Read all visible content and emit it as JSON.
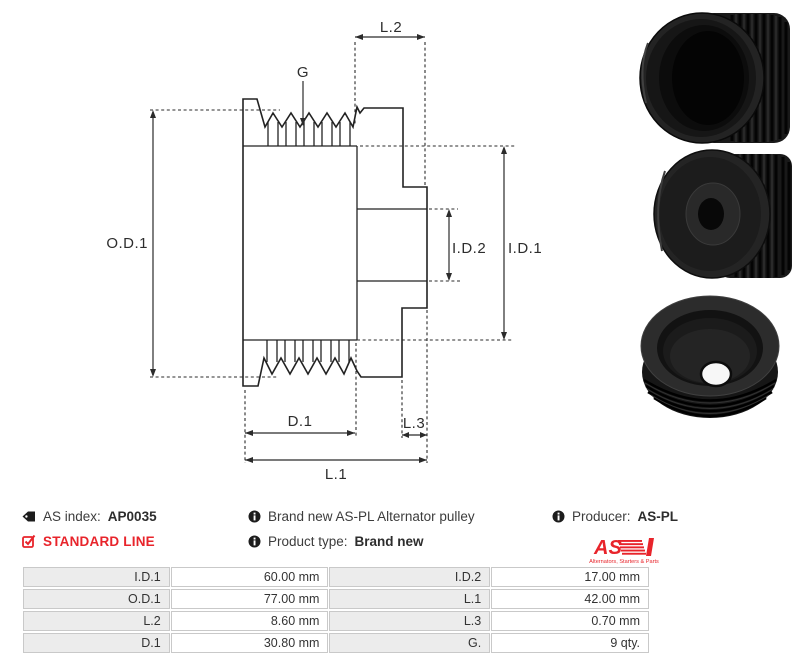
{
  "drawing": {
    "labels": {
      "od1": "O.D.1",
      "g": "G",
      "l2": "L.2",
      "id2": "I.D.2",
      "id1": "I.D.1",
      "d1": "D.1",
      "l3": "L.3",
      "l1": "L.1"
    }
  },
  "info": {
    "as_index_label": "AS index:",
    "as_index_value": "AP0035",
    "standard_line": "STANDARD LINE",
    "description": "Brand new AS-PL Alternator pulley",
    "product_type_label": "Product type:",
    "product_type_value": "Brand new",
    "producer_label": "Producer:",
    "producer_value": "AS-PL",
    "logo_text": "AS",
    "logo_tagline": "Alternators, Starters & Parts"
  },
  "colors": {
    "accent_red": "#e8242b",
    "drawing_line": "#222222",
    "table_label_bg": "#ececec",
    "table_border": "#c9c9c9"
  },
  "spec_table": {
    "rows": [
      {
        "c0": "I.D.1",
        "c1": "60.00 mm",
        "c2": "I.D.2",
        "c3": "17.00 mm"
      },
      {
        "c0": "O.D.1",
        "c1": "77.00 mm",
        "c2": "L.1",
        "c3": "42.00 mm"
      },
      {
        "c0": "L.2",
        "c1": "8.60 mm",
        "c2": "L.3",
        "c3": "0.70 mm"
      },
      {
        "c0": "D.1",
        "c1": "30.80 mm",
        "c2": "G.",
        "c3": "9 qty."
      }
    ]
  }
}
